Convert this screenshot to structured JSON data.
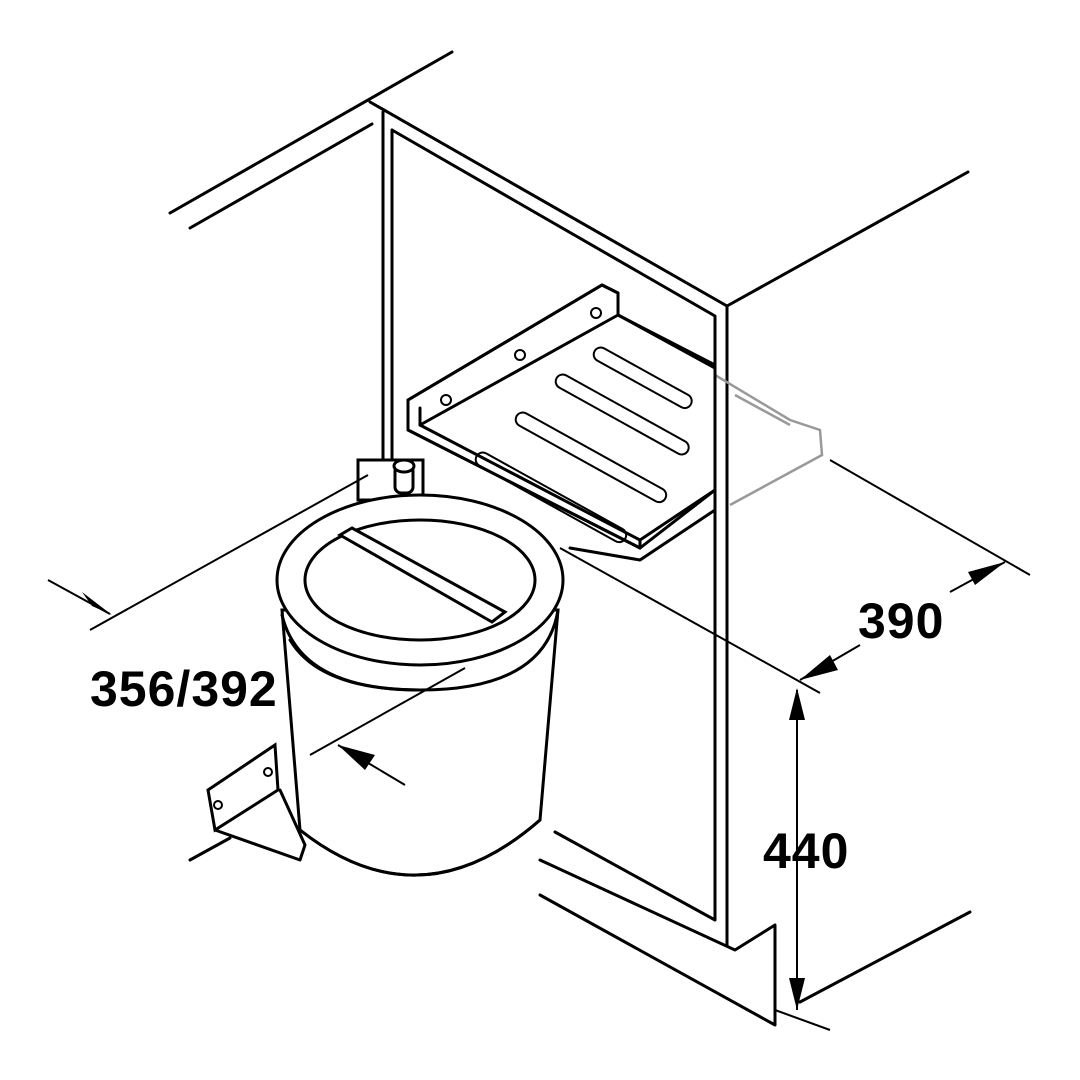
{
  "dimensions": {
    "depth": "390",
    "height": "440",
    "width": "356/392"
  }
}
